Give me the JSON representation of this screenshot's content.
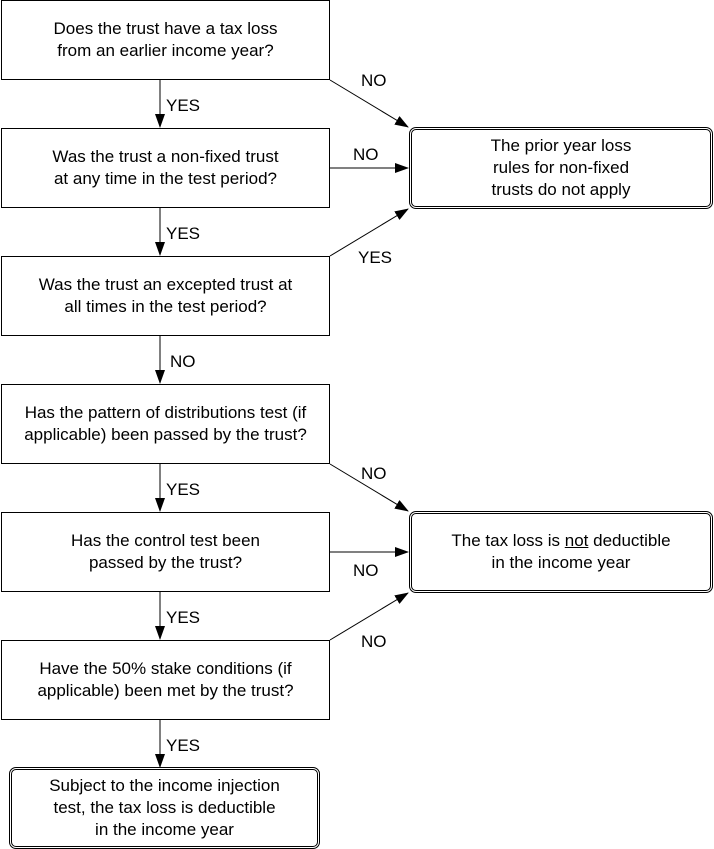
{
  "questions": [
    "Does the trust have a tax loss\nfrom an earlier income year?",
    "Was the trust a non-fixed trust\nat any time in the test period?",
    "Was the trust an excepted trust at\nall times in the test period?",
    "Has the pattern of distributions test (if\napplicable) been passed by the trust?",
    "Has the control test been\npassed by the trust?",
    "Have the 50% stake conditions (if\napplicable) been met by the trust?"
  ],
  "outcomes": {
    "prior_rules": "The prior year loss\nrules for non-fixed\ntrusts do not apply",
    "not_deductible_pre": "The tax loss is ",
    "not_deductible_em": "not",
    "not_deductible_post": " deductible\nin the income year",
    "deductible": "Subject to the income injection\ntest, the tax loss is deductible\nin the income year"
  },
  "labels": {
    "q1_down": "YES",
    "q1_right": "NO",
    "q2_down": "YES",
    "q2_right": "NO",
    "q3_down": "NO",
    "q3_right": "YES",
    "q4_down": "YES",
    "q4_right": "NO",
    "q5_down": "YES",
    "q5_right": "NO",
    "q6_down": "YES",
    "q6_right": "NO"
  }
}
